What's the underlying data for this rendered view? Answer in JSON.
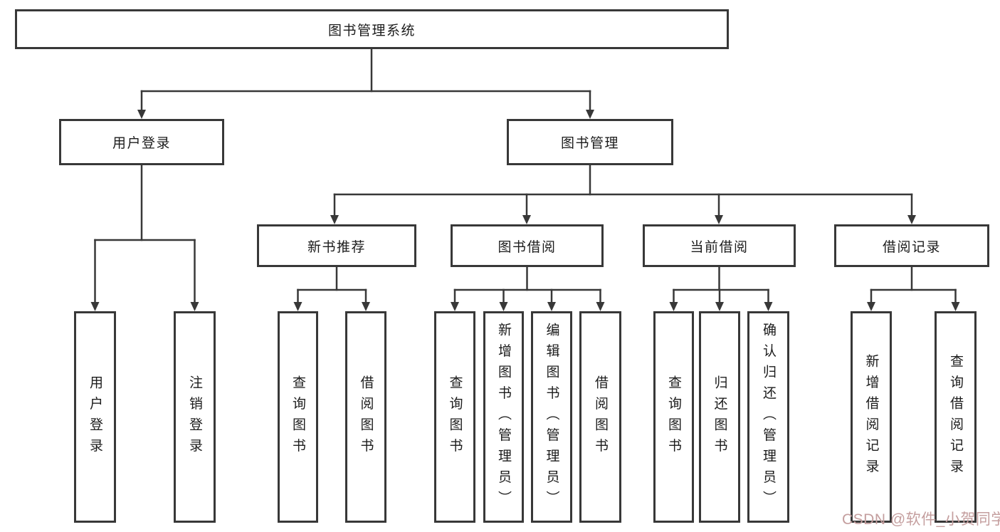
{
  "diagram": {
    "root": "图书管理系统",
    "branches": [
      {
        "label": "用户登录",
        "children": [
          "用户登录",
          "注销登录"
        ]
      },
      {
        "label": "图书管理",
        "sections": [
          {
            "label": "新书推荐",
            "children": [
              "查询图书",
              "借阅图书"
            ]
          },
          {
            "label": "图书借阅",
            "children": [
              "查询图书",
              "新增图书（管理员）",
              "编辑图书（管理员）",
              "借阅图书"
            ]
          },
          {
            "label": "当前借阅",
            "children": [
              "查询图书",
              "归还图书",
              "确认归还（管理员）"
            ]
          },
          {
            "label": "借阅记录",
            "children": [
              "新增借阅记录",
              "查询借阅记录"
            ]
          }
        ]
      }
    ],
    "colors": {
      "line": "#383838",
      "box_border": "#383838",
      "text": "#1c1c1c",
      "watermark": "#c49e9e"
    },
    "watermark": "CSDN @软件_小贺同学"
  }
}
